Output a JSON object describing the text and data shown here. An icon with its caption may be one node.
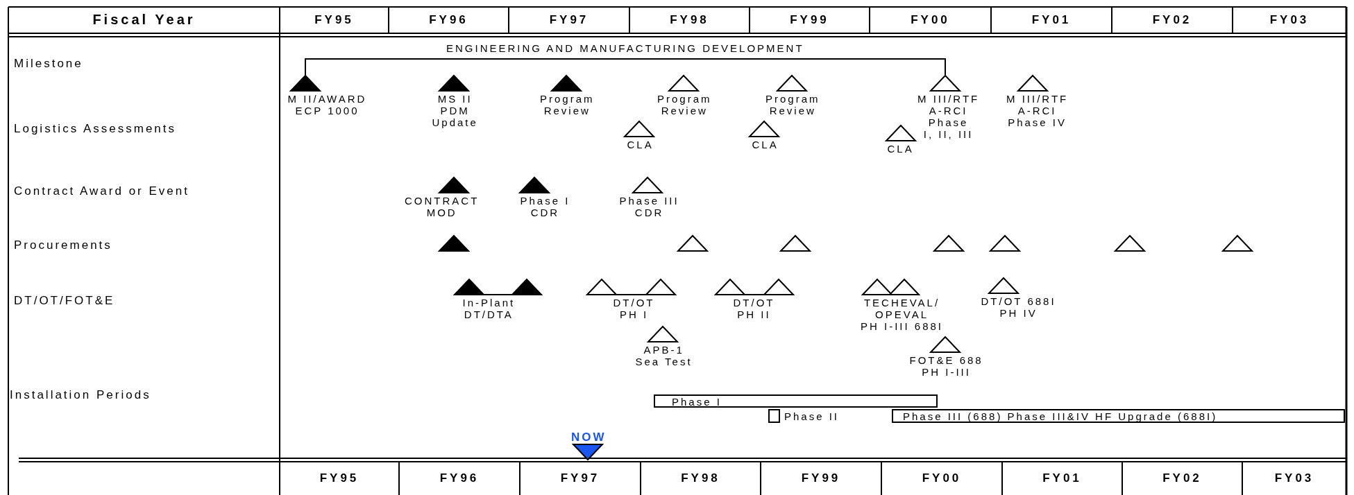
{
  "diagram": {
    "nodes": [
      {
        "text": [],
        "shape": "triangle",
        "beside": [
          "M II/AWARD ECP 1000"
        ]
      },
      {
        "text": [],
        "shape": "triangle",
        "beside": [
          "MS II PDM Update"
        ]
      },
      {
        "text": [],
        "shape": "triangle",
        "beside": [
          "Program Review"
        ]
      },
      {
        "text": [],
        "shape": "triangle",
        "beside": [
          "Program Review"
        ]
      },
      {
        "text": [],
        "shape": "triangle",
        "beside": [
          "Program Review"
        ]
      },
      {
        "text": [],
        "shape": "triangle",
        "beside": [
          "M III/RTF A-RCI Phase I, II, III"
        ]
      },
      {
        "text": [],
        "shape": "triangle",
        "beside": [
          "M III/RTF A-RCI Phase IV"
        ]
      },
      {
        "text": [],
        "shape": "triangle",
        "beside": [
          "CLA"
        ]
      },
      {
        "text": [],
        "shape": "triangle",
        "beside": [
          "CLA"
        ]
      },
      {
        "text": [],
        "shape": "triangle",
        "beside": [
          "CLA"
        ]
      },
      {
        "text": [],
        "shape": "triangle",
        "beside": [
          "CONTRACT MOD"
        ]
      },
      {
        "text": [],
        "shape": "triangle",
        "beside": [
          "Phase I CDR"
        ]
      },
      {
        "text": [],
        "shape": "triangle",
        "beside": [
          "Phase III CDR"
        ]
      },
      {
        "text": [],
        "shape": "triangle"
      },
      {
        "text": [],
        "shape": "triangle"
      },
      {
        "text": [],
        "shape": "triangle"
      },
      {
        "text": [],
        "shape": "triangle"
      },
      {
        "text": [],
        "shape": "triangle"
      },
      {
        "text": [],
        "shape": "triangle"
      },
      {
        "text": [],
        "shape": "triangle"
      },
      {
        "text": [],
        "shape": "triangle",
        "beside": [
          "In-Plant DT/DTA"
        ]
      },
      {
        "text": [],
        "shape": "triangle"
      },
      {
        "text": [],
        "shape": "triangle",
        "beside": [
          "DT/OT PH I"
        ]
      },
      {
        "text": [],
        "shape": "triangle"
      },
      {
        "text": [],
        "shape": "triangle",
        "beside": [
          "DT/OT PH II"
        ]
      },
      {
        "text": [],
        "shape": "triangle"
      },
      {
        "text": [],
        "shape": "triangle",
        "beside": [
          "TECHEVAL/ OPEVAL PH I-III 688I"
        ]
      },
      {
        "text": [],
        "shape": "triangle"
      },
      {
        "text": [],
        "shape": "triangle",
        "beside": [
          "DT/OT 688I PH IV"
        ]
      },
      {
        "text": [],
        "shape": "triangle",
        "beside": [
          "APB-1 Sea Test"
        ]
      },
      {
        "text": [],
        "shape": "triangle",
        "beside": [
          "FOT&E 688 PH I-III"
        ]
      },
      {
        "text": [
          "Phase I"
        ]
      },
      {
        "text": [],
        "shape": "box",
        "beside": [
          "Phase II"
        ]
      },
      {
        "text": [
          "Phase III (688) Phase III&IV HF Upgrade (688I)"
        ]
      },
      {
        "text": [],
        "shape": "triangle",
        "beside": [
          "NOW"
        ]
      }
    ],
    "edges": [
      {
        "from": 0,
        "to": 5,
        "arrow": "none",
        "label": "ENGINEERING AND MANUFACTURING DEVELOPMENT"
      },
      {
        "from": 20,
        "to": 21,
        "arrow": "none"
      },
      {
        "from": 22,
        "to": 23,
        "arrow": "none"
      },
      {
        "from": 24,
        "to": 25,
        "arrow": "none"
      }
    ],
    "labels": [
      "Fiscal Year",
      "FY95",
      "FY96",
      "FY97",
      "FY98",
      "FY99",
      "FY00",
      "FY01",
      "FY02",
      "FY03",
      "Milestone",
      "Logistics Assessments",
      "Contract Award or Event",
      "Procurements",
      "DT/OT/FOT&E",
      "Installation Periods",
      "FY95",
      "FY96",
      "FY97",
      "FY98",
      "FY99",
      "FY00",
      "FY01",
      "FY02",
      "FY03"
    ]
  }
}
